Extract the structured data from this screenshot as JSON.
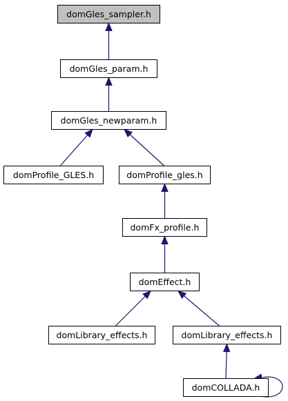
{
  "graph": {
    "colors": {
      "edge": "#191970",
      "node_fill": "#ffffff",
      "highlight_fill": "#c0c0c0",
      "border": "#000000"
    },
    "nodes": [
      {
        "id": "domGles_sampler",
        "label": "domGles_sampler.h",
        "highlighted": true
      },
      {
        "id": "domGles_param",
        "label": "domGles_param.h"
      },
      {
        "id": "domGles_newparam",
        "label": "domGles_newparam.h"
      },
      {
        "id": "domProfile_GLES",
        "label": "domProfile_GLES.h"
      },
      {
        "id": "domProfile_gles",
        "label": "domProfile_gles.h"
      },
      {
        "id": "domFx_profile",
        "label": "domFx_profile.h"
      },
      {
        "id": "domEffect",
        "label": "domEffect.h"
      },
      {
        "id": "domLibrary_effects_a",
        "label": "domLibrary_effects.h"
      },
      {
        "id": "domLibrary_effects_b",
        "label": "domLibrary_effects.h"
      },
      {
        "id": "domCOLLADA",
        "label": "domCOLLADA.h"
      }
    ],
    "edges": [
      {
        "from": "domGles_param",
        "to": "domGles_sampler"
      },
      {
        "from": "domGles_newparam",
        "to": "domGles_param"
      },
      {
        "from": "domProfile_GLES",
        "to": "domGles_newparam"
      },
      {
        "from": "domProfile_gles",
        "to": "domGles_newparam"
      },
      {
        "from": "domFx_profile",
        "to": "domProfile_gles"
      },
      {
        "from": "domEffect",
        "to": "domFx_profile"
      },
      {
        "from": "domLibrary_effects_a",
        "to": "domEffect"
      },
      {
        "from": "domLibrary_effects_b",
        "to": "domEffect"
      },
      {
        "from": "domCOLLADA",
        "to": "domLibrary_effects_b"
      },
      {
        "from": "domCOLLADA",
        "to": "domCOLLADA"
      }
    ]
  }
}
